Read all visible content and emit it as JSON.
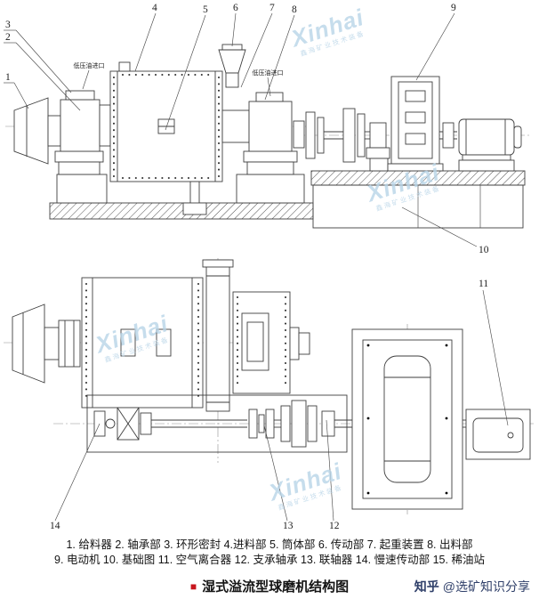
{
  "watermark": {
    "brand": "Xinhai",
    "sub": "鑫海矿业技术装备"
  },
  "labels": {
    "oil_inlet_left": "低压油进口",
    "oil_inlet_right": "低压油进口"
  },
  "callouts": {
    "c1": "1",
    "c2": "2",
    "c3": "3",
    "c4": "4",
    "c5": "5",
    "c6": "6",
    "c7": "7",
    "c8": "8",
    "c9": "9",
    "c10": "10",
    "c11": "11",
    "c12": "12",
    "c13": "13",
    "c14": "14"
  },
  "footer": {
    "legend_line1": "1. 给料器 2. 轴承部 3. 环形密封 4.进料部 5. 筒体部 6. 传动部 7. 起重装置 8. 出料部",
    "legend_line2": "9. 电动机 10. 基础图 11. 空气离合器 12. 支承轴承 13. 联轴器 14. 慢速传动部 15. 稀油站",
    "title": "湿式溢流型球磨机结构图",
    "bullet": "■",
    "credit_brand": "知乎",
    "credit_handle": "@选矿知识分享"
  },
  "colors": {
    "line": "#3e3e3e",
    "watermark": "#b9d5e8",
    "accent_red": "#c8161d",
    "credit": "#30406a"
  }
}
